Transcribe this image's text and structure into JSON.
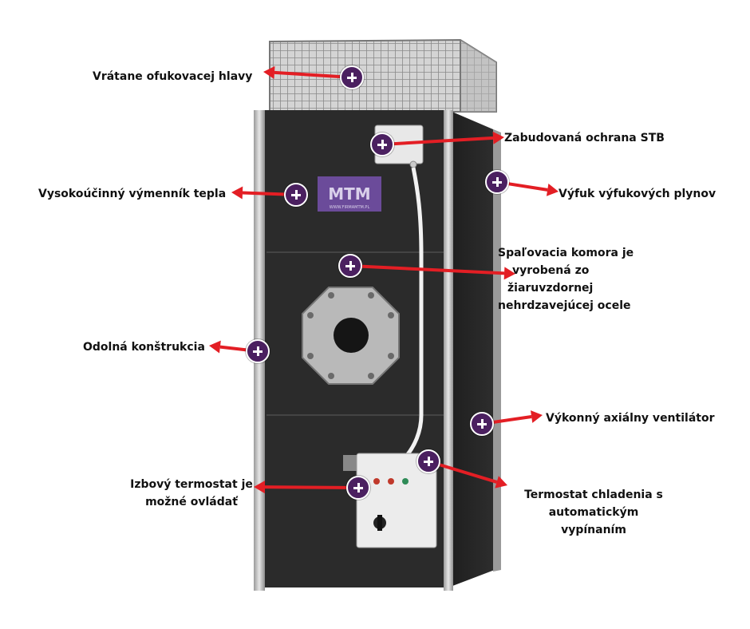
{
  "colors": {
    "accent_purple": "#4b2060",
    "arrow_red": "#e31e24",
    "heater_body": "#2a2a2a"
  },
  "product": {
    "logo_text": "MTM",
    "logo_subtext": "WWW.FIRMAMTM.PL"
  },
  "callouts": [
    {
      "id": "head",
      "label_lines": [
        "Vrátane ofukovacej hlavy"
      ]
    },
    {
      "id": "stb",
      "label_lines": [
        "Zabudovaná ochrana STB"
      ]
    },
    {
      "id": "exchanger",
      "label_lines": [
        "Vysokoúčinný výmenník tepla"
      ]
    },
    {
      "id": "exhaust",
      "label_lines": [
        "Výfuk výfukových plynov"
      ]
    },
    {
      "id": "chamber",
      "label_lines": [
        "Spaľovacia komora je",
        "vyrobená zo",
        "žiaruvzdornej",
        "nehrdzavejúcej ocele"
      ]
    },
    {
      "id": "frame",
      "label_lines": [
        "Odolná konštrukcia"
      ]
    },
    {
      "id": "fan",
      "label_lines": [
        "Výkonný axiálny ventilátor"
      ]
    },
    {
      "id": "room",
      "label_lines": [
        "Izbový termostat je",
        "možné ovládať"
      ]
    },
    {
      "id": "cooling",
      "label_lines": [
        "Termostat chladenia s",
        "automatickým",
        "vypínaním"
      ]
    }
  ]
}
